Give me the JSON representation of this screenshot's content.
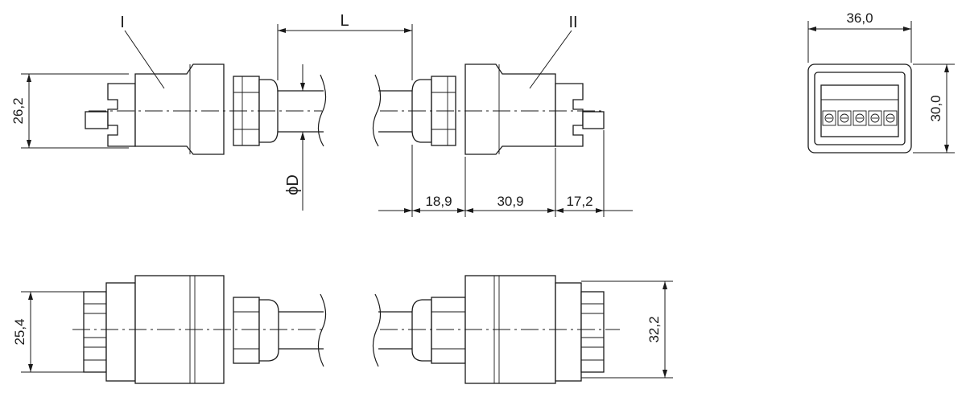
{
  "labels": {
    "connector_1": "I",
    "connector_2": "II",
    "length": "L",
    "diameter": "ϕD"
  },
  "dimensions": {
    "height_side": "26,2",
    "width_front": "36,0",
    "height_front": "30,0",
    "nut_length": "18,9",
    "body_length": "30,9",
    "tip_length": "17,2",
    "height_top_left": "25,4",
    "height_top_right": "32,2"
  }
}
